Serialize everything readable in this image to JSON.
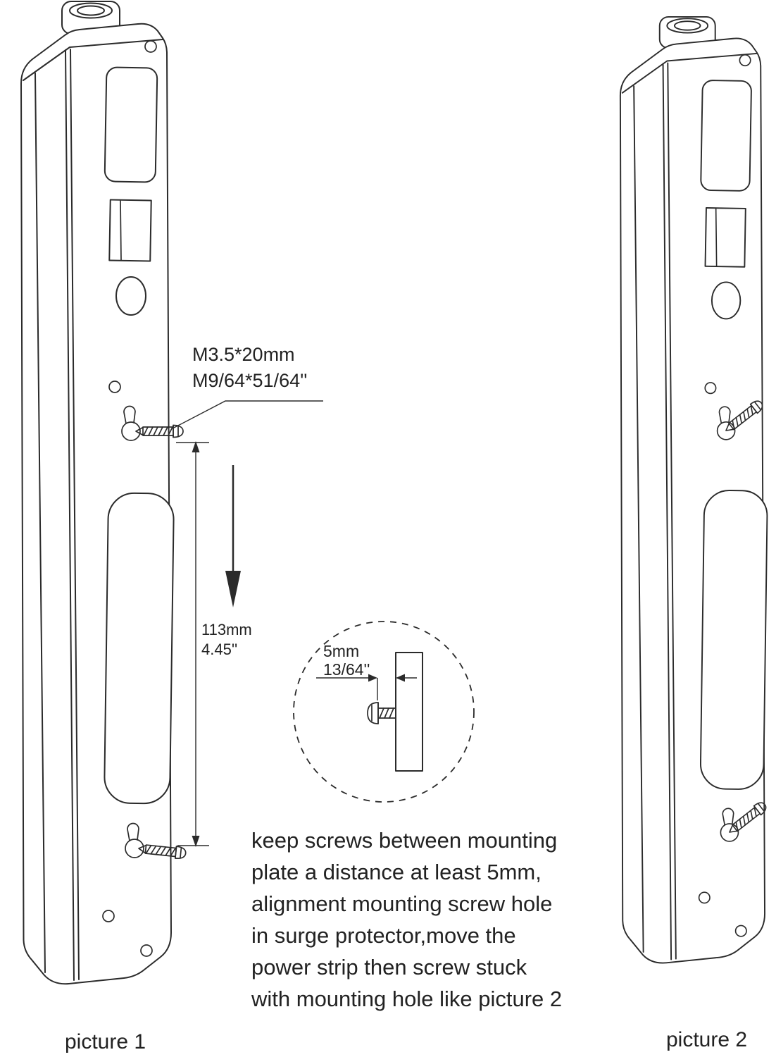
{
  "figure": {
    "title": "power strip wall mounting instructions",
    "captions": {
      "picture1": "picture 1",
      "picture2": "picture 2"
    },
    "annotations": {
      "screw_spec_line1": "M3.5*20mm",
      "screw_spec_line2": "M9/64*51/64''",
      "screw_distance_mm": "113mm",
      "screw_distance_in": "4.45''",
      "gap_mm": "5mm",
      "gap_in": "13/64''"
    },
    "instructions": {
      "lines": [
        "keep screws between mounting",
        "plate a distance at least 5mm,",
        "alignment mounting screw hole",
        "in surge protector,move the",
        "power strip then screw stuck",
        "with mounting hole like picture 2"
      ]
    },
    "colors": {
      "line": "#2b2b2b",
      "text": "#222222",
      "background": "#ffffff"
    }
  }
}
